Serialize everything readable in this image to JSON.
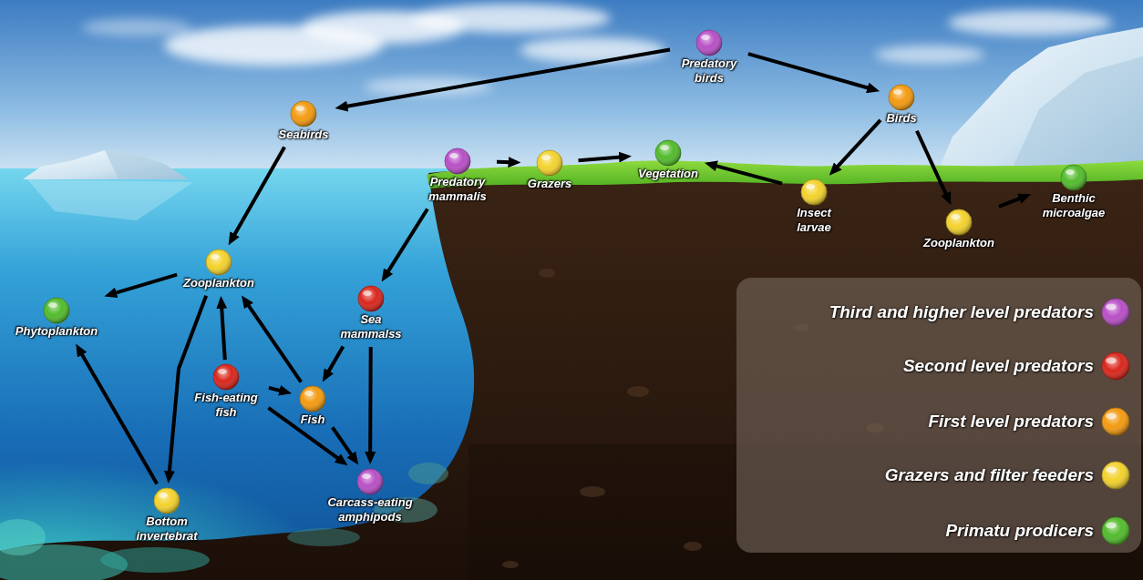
{
  "diagram": {
    "nodes": [
      {
        "text": [
          "Predatory birds"
        ]
      },
      {
        "text": [
          "Seabirds"
        ]
      },
      {
        "text": [
          "Birds"
        ]
      },
      {
        "text": [
          "Predatory mammalis"
        ]
      },
      {
        "text": [
          "Grazers"
        ]
      },
      {
        "text": [
          "Vegetation"
        ]
      },
      {
        "text": [
          "Benthic microalgae"
        ]
      },
      {
        "text": [
          "Insect larvae"
        ]
      },
      {
        "text": [
          "Zooplankton"
        ]
      },
      {
        "text": [
          "Zooplankton"
        ]
      },
      {
        "text": [
          "Phytoplankton"
        ]
      },
      {
        "text": [
          "Sea mammalss"
        ]
      },
      {
        "text": [
          "Fish-eating fish"
        ]
      },
      {
        "text": [
          "Fish"
        ]
      },
      {
        "text": [
          "Carcass-eating amphipods"
        ]
      },
      {
        "text": [
          "Bottom invertebrat"
        ]
      }
    ],
    "edges": [
      {
        "from": 0,
        "to": 1,
        "arrow": "to"
      },
      {
        "from": 0,
        "to": 2,
        "arrow": "to"
      },
      {
        "from": 1,
        "to": 9,
        "arrow": "to"
      },
      {
        "from": 2,
        "to": 7,
        "arrow": "to"
      },
      {
        "from": 2,
        "to": 8,
        "arrow": "to"
      },
      {
        "from": 3,
        "to": 4,
        "arrow": "to"
      },
      {
        "from": 4,
        "to": 5,
        "arrow": "to"
      },
      {
        "from": 7,
        "to": 5,
        "arrow": "to"
      },
      {
        "from": 8,
        "to": 6,
        "arrow": "to"
      },
      {
        "from": 3,
        "to": 11,
        "arrow": "to"
      },
      {
        "from": 9,
        "to": 10,
        "arrow": "to"
      },
      {
        "from": 9,
        "to": 15,
        "arrow": "to"
      },
      {
        "from": 12,
        "to": 9,
        "arrow": "to"
      },
      {
        "from": 13,
        "to": 9,
        "arrow": "to"
      },
      {
        "from": 12,
        "to": 13,
        "arrow": "to"
      },
      {
        "from": 11,
        "to": 13,
        "arrow": "to"
      },
      {
        "from": 11,
        "to": 14,
        "arrow": "to"
      },
      {
        "from": 12,
        "to": 14,
        "arrow": "to"
      },
      {
        "from": 13,
        "to": 14,
        "arrow": "to"
      },
      {
        "from": 15,
        "to": 10,
        "arrow": "to"
      }
    ],
    "legend": [
      {
        "text": "Third and higher level predators",
        "color": "#b84fc6"
      },
      {
        "text": "Second level predators",
        "color": "#d9261c"
      },
      {
        "text": "First level predators",
        "color": "#f39a10"
      },
      {
        "text": "Grazers and filter feeders",
        "color": "#f3d22c"
      },
      {
        "text": "Primatu prodicers",
        "color": "#52bb2c"
      }
    ]
  }
}
